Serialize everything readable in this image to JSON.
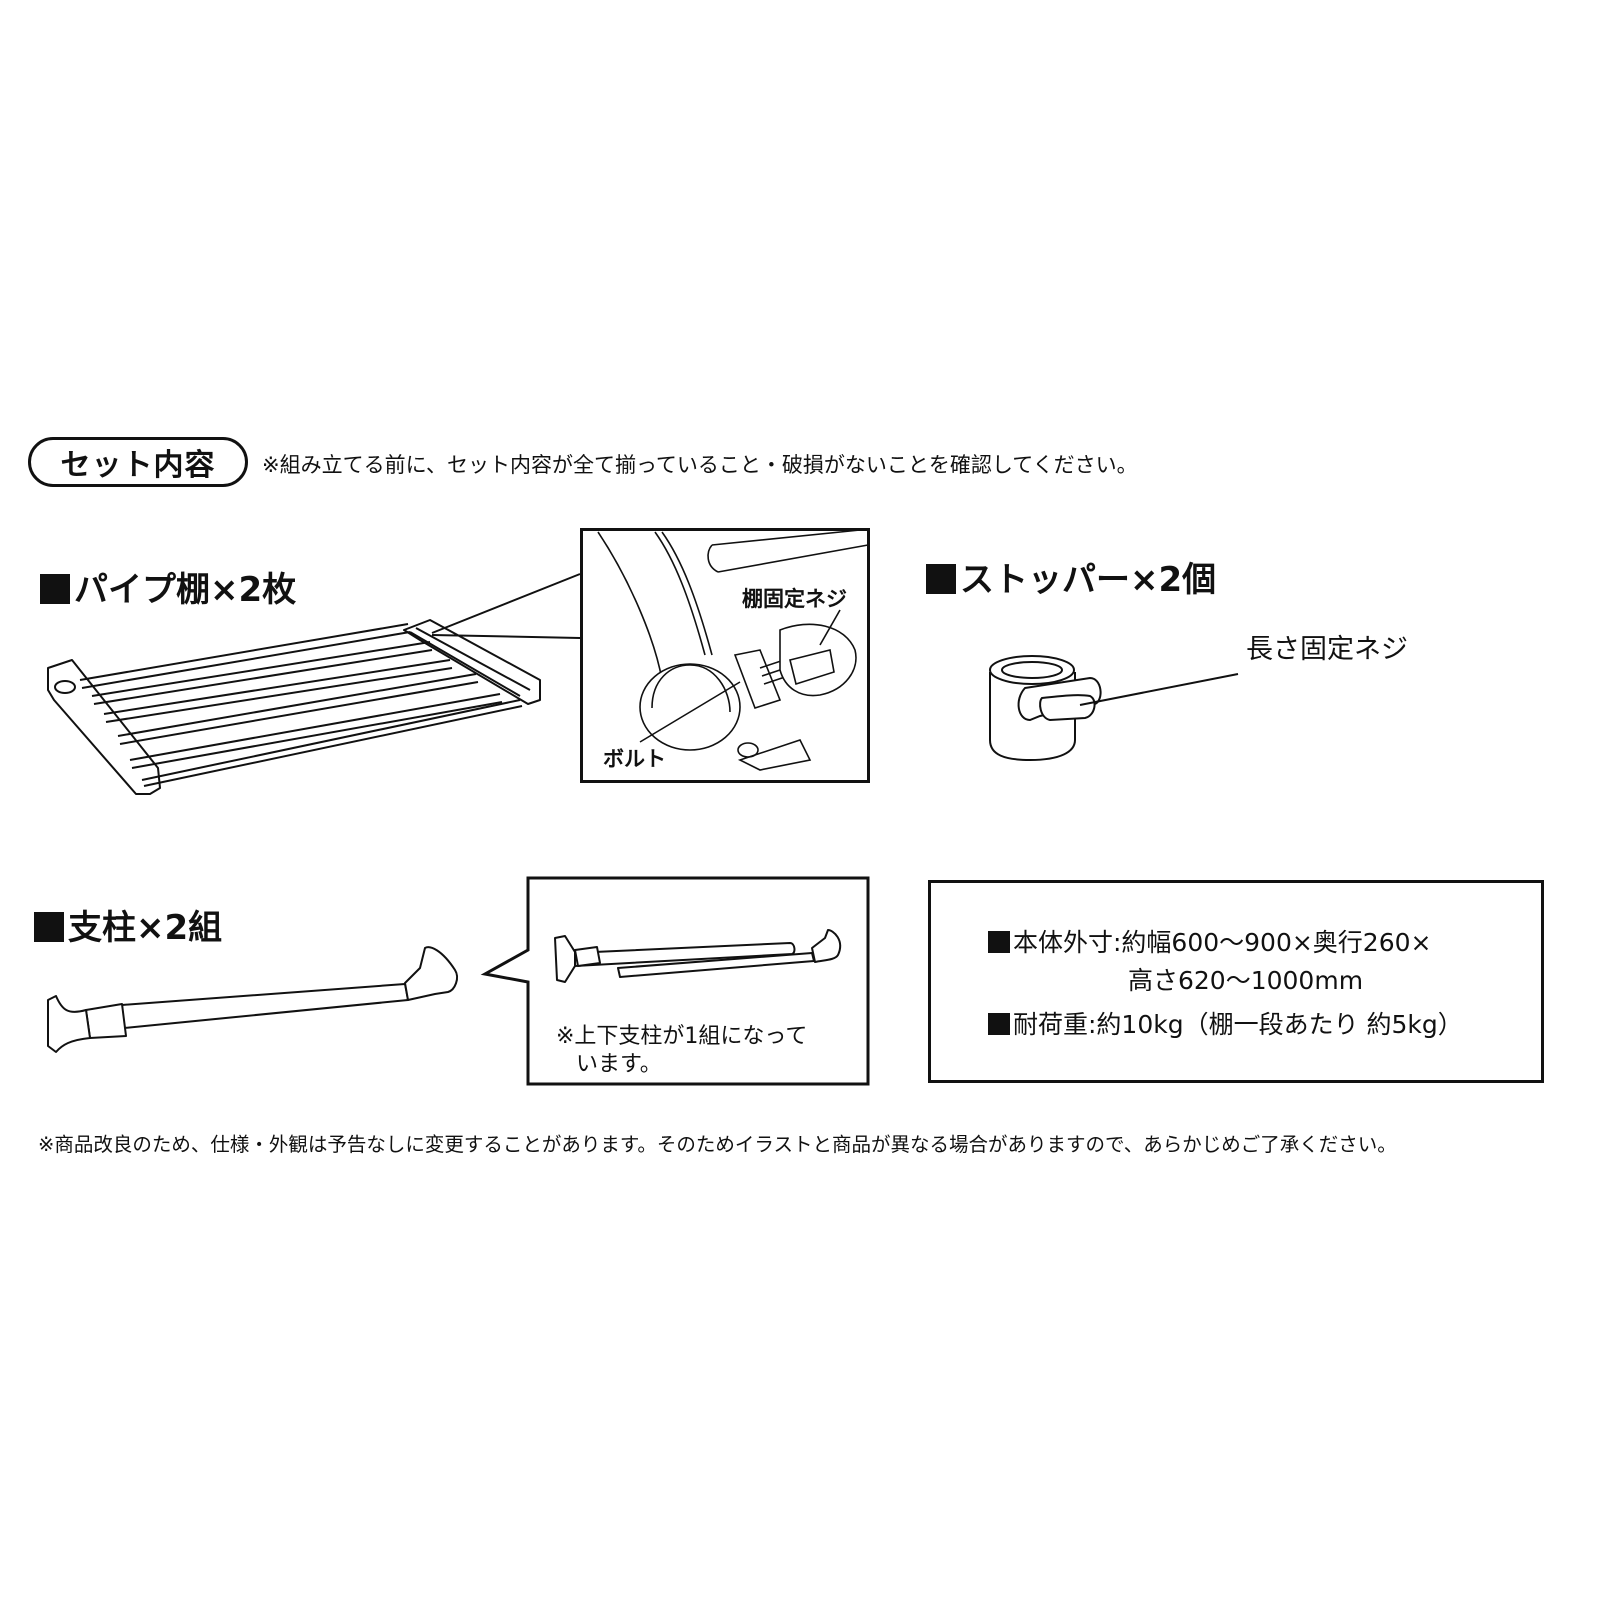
{
  "header": {
    "title": "セット内容",
    "note": "※組み立てる前に、セット内容が全て揃っていること・破損がないことを確認してください。"
  },
  "items": [
    {
      "heading": "パイプ棚×2枚",
      "icon": "pipe-shelf-illustration",
      "detail_labels": {
        "shelf_screw": "棚固定ネジ",
        "bolt": "ボルト"
      }
    },
    {
      "heading": "ストッパー×2個",
      "icon": "stopper-illustration",
      "detail_labels": {
        "length_screw": "長さ固定ネジ"
      }
    },
    {
      "heading": "支柱×2組",
      "icon": "pole-illustration",
      "callout_note_line1": "※上下支柱が1組になって",
      "callout_note_line2": "います。"
    }
  ],
  "specs": {
    "dimensions_line1": "本体外寸:約幅600～900×奥行260×",
    "dimensions_line2": "高さ620～1000mm",
    "load": "耐荷重:約10kg（棚一段あたり 約5kg）"
  },
  "footer": {
    "note": "※商品改良のため、仕様・外観は予告なしに変更することがあります。そのためイラストと商品が異なる場合がありますので、あらかじめご了承ください。"
  }
}
